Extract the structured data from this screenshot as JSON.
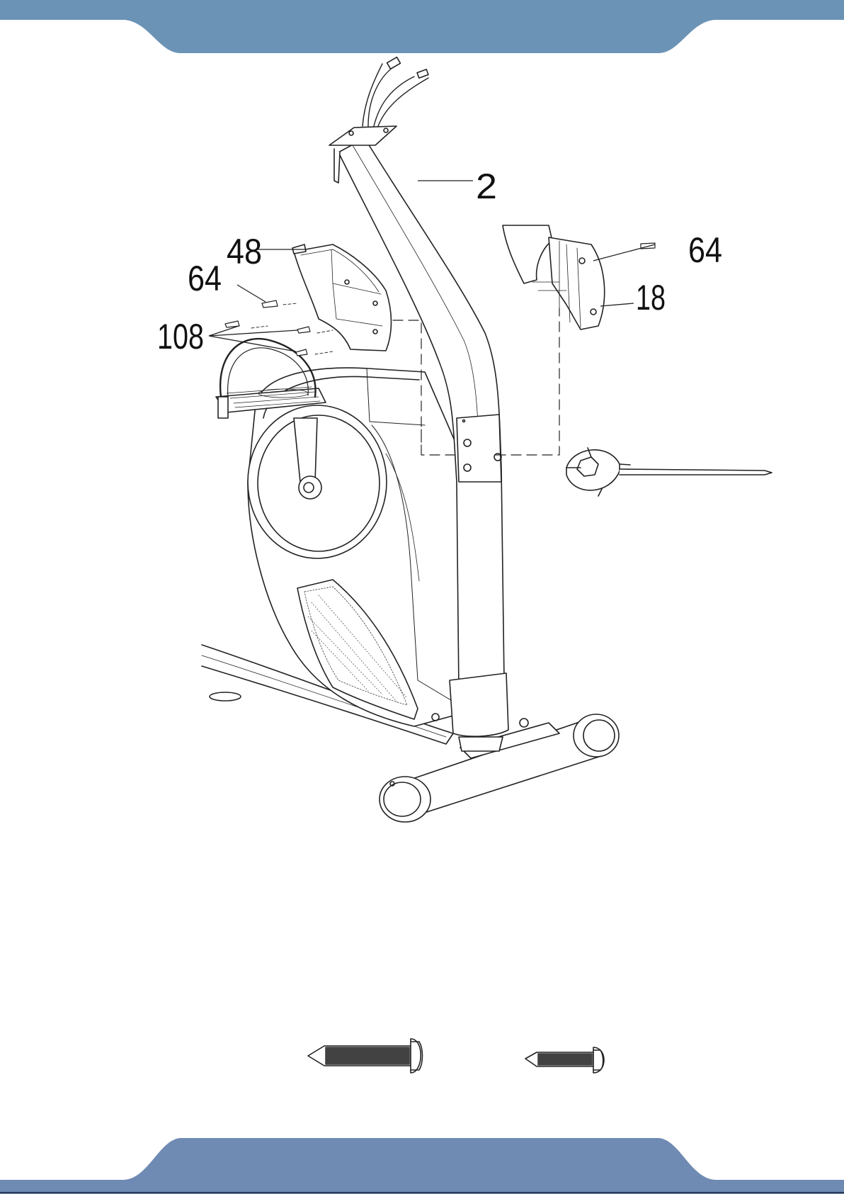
{
  "page": {
    "header_band_color": "#6b93b6",
    "footer_band_color": "#6f8ab3"
  },
  "callouts": {
    "part_2": "2",
    "part_48": "48",
    "part_64_left": "64",
    "part_108": "108",
    "part_64_right": "64",
    "part_18": "18"
  },
  "hardware": {
    "bolt_long": "long-button-head-bolt",
    "bolt_short": "short-button-head-bolt"
  },
  "tool": {
    "name": "combination-wrench-screwdriver"
  }
}
